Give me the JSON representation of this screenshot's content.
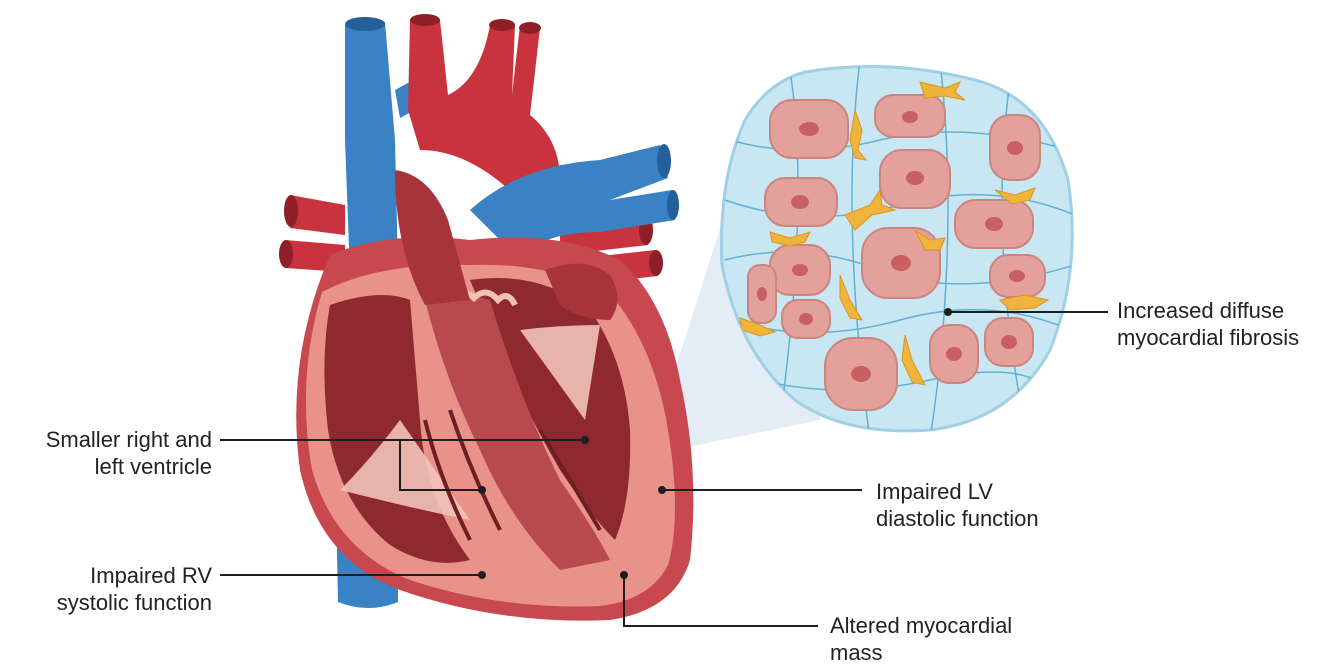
{
  "colors": {
    "vein_blue": "#3b82c4",
    "artery_red": "#c8333d",
    "myocardium": "#d96a6a",
    "cut_surface": "#e8928a",
    "chamber_dark": "#8e2a2f",
    "valve_pale": "#f2c2b8",
    "matrix_blue": "#c9e6f3",
    "fibre_blue": "#3f9fc8",
    "cell_pink": "#e4a19c",
    "nucleus": "#c85f63",
    "fibroblast_yellow": "#f0b43c",
    "leader_line": "#1e1e1e"
  },
  "labels": {
    "fibrosis": {
      "line1": "Increased diffuse",
      "line2": "myocardial fibrosis"
    },
    "ventricle": {
      "line1": "Smaller right and",
      "line2": "left ventricle"
    },
    "lv_diastolic": {
      "line1": "Impaired LV",
      "line2": "diastolic function"
    },
    "rv_systolic": {
      "line1": "Impaired RV",
      "line2": "systolic function"
    },
    "mass": {
      "line1": "Altered myocardial",
      "line2": "mass"
    }
  }
}
